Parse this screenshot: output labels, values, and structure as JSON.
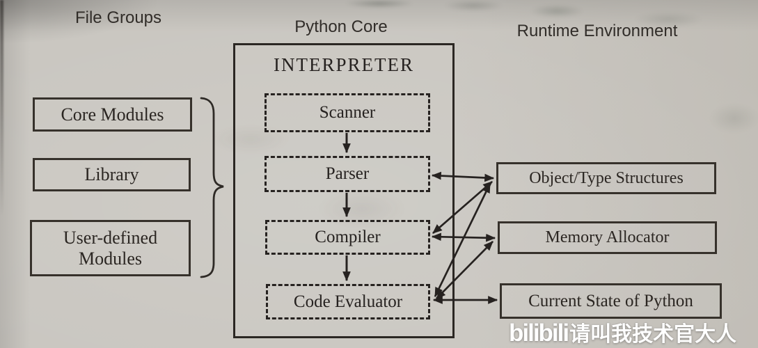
{
  "headers": {
    "file_groups": "File Groups",
    "python_core": "Python Core",
    "runtime_environment": "Runtime Environment"
  },
  "file_groups": {
    "items": [
      {
        "label": "Core Modules"
      },
      {
        "label": "Library"
      },
      {
        "label": "User-defined Modules"
      }
    ]
  },
  "interpreter": {
    "title": "INTERPRETER",
    "stages": [
      {
        "label": "Scanner"
      },
      {
        "label": "Parser"
      },
      {
        "label": "Compiler"
      },
      {
        "label": "Code Evaluator"
      }
    ]
  },
  "runtime": {
    "items": [
      {
        "label": "Object/Type Structures"
      },
      {
        "label": "Memory Allocator"
      },
      {
        "label": "Current State of Python"
      }
    ]
  },
  "connections": {
    "internal_flow": [
      "Scanner → Parser",
      "Parser → Compiler",
      "Compiler → Code Evaluator"
    ],
    "bidirectional": [
      "Parser ↔ Object/Type Structures",
      "Compiler ↔ Object/Type Structures",
      "Compiler ↔ Memory Allocator",
      "Code Evaluator ↔ Object/Type Structures",
      "Code Evaluator ↔ Memory Allocator",
      "Code Evaluator ↔ Current State of Python"
    ],
    "grouping": "Core Modules + Library + User-defined Modules } File Groups"
  },
  "watermark": {
    "logo": "bilibili",
    "text": "请叫我技术官大人"
  },
  "colors": {
    "paper": "#c9c6c0",
    "ink": "#2b2622",
    "line": "#262220",
    "watermark": "#ffffff"
  }
}
